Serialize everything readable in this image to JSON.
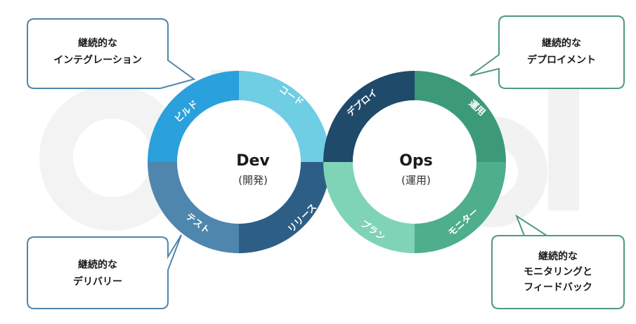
{
  "dev_loop": {
    "title": "Dev",
    "subtitle": "(開発)",
    "segments": {
      "code": "コード",
      "build": "ビルド",
      "test": "テスト",
      "release": "リリース"
    }
  },
  "ops_loop": {
    "title": "Ops",
    "subtitle": "(運用)",
    "segments": {
      "deploy": "デプロイ",
      "operate": "運用",
      "monitor": "モニター",
      "plan": "プラン"
    }
  },
  "callouts": {
    "ci": {
      "line1": "継続的な",
      "line2": "インテグレーション"
    },
    "cdelivery": {
      "line1": "継続的な",
      "line2": "デリバリー"
    },
    "cdeploy": {
      "line1": "継続的な",
      "line2": "デプロイメント"
    },
    "cmonitor": {
      "line1": "継続的な",
      "line2": "モニタリングと",
      "line3": "フィードバック"
    }
  },
  "watermark": "qbook",
  "colors": {
    "build": "#2aa0dc",
    "code": "#6fcde4",
    "test": "#4f86ad",
    "release": "#2d5f86",
    "deploy": "#1f4a6a",
    "operate": "#3d9a79",
    "monitor": "#4fae8c",
    "plan": "#7fd3b6",
    "dev_callout_border": "#4f86ad",
    "ops_callout_border": "#4f9a7c"
  }
}
